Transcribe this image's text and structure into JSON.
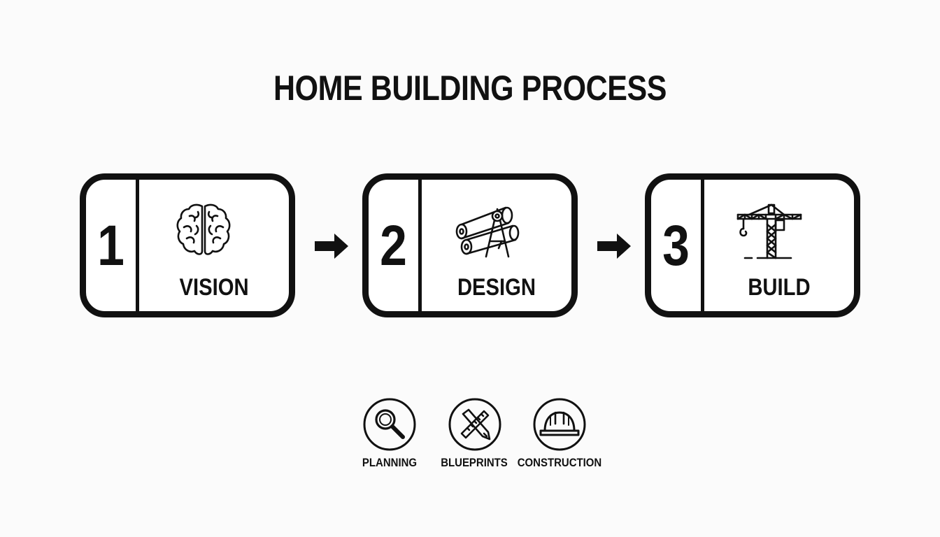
{
  "title": "HOME BUILDING PROCESS",
  "steps": [
    {
      "number": "1",
      "label": "VISION",
      "icon": "brain-icon"
    },
    {
      "number": "2",
      "label": "DESIGN",
      "icon": "blueprint-rolls-compass-icon"
    },
    {
      "number": "3",
      "label": "BUILD",
      "icon": "tower-crane-icon"
    }
  ],
  "badges": [
    {
      "label": "PLANNING",
      "icon": "magnifier-icon"
    },
    {
      "label": "BLUEPRINTS",
      "icon": "pencil-ruler-icon"
    },
    {
      "label": "CONSTRUCTION",
      "icon": "hard-hat-icon"
    }
  ],
  "colors": {
    "ink": "#111111",
    "background": "#fbfbfb",
    "card": "#ffffff"
  }
}
